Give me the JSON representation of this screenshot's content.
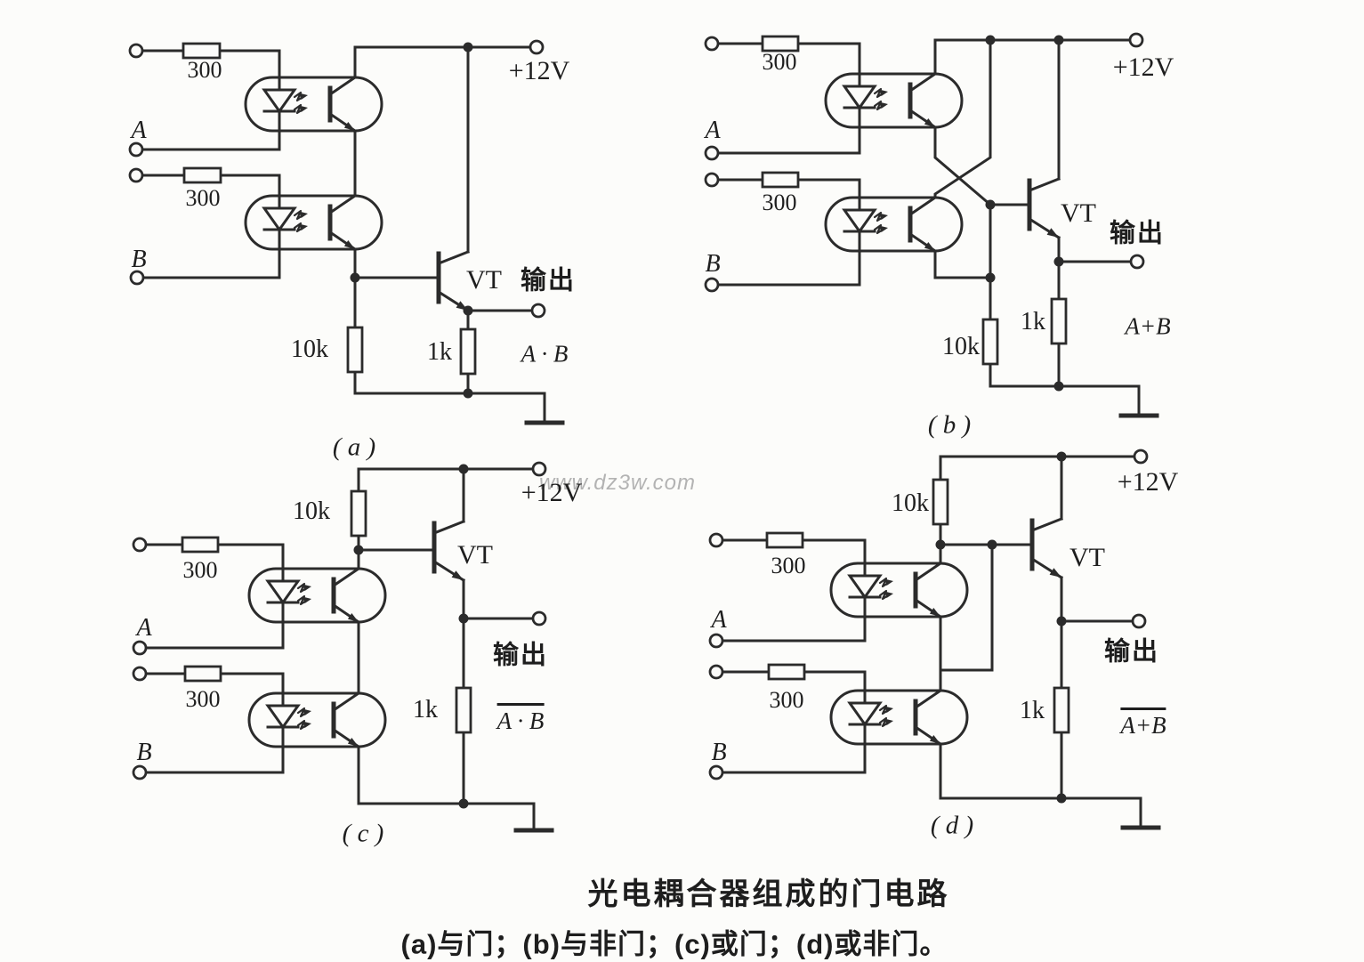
{
  "page": {
    "background": "#fcfcfa",
    "ink": "#2b2b2b"
  },
  "watermark": "www.dz3w.com",
  "caption": {
    "title": "光电耦合器组成的门电路",
    "subtitle": "(a)与门；(b)与非门；(c)或门；(d)或非门。"
  },
  "circuits": {
    "a": {
      "designator": "( a )",
      "input_a_label": "A",
      "input_b_label": "B",
      "input_resistor_a": "300",
      "input_resistor_b": "300",
      "supply_label": "+12V",
      "transistor_label": "VT",
      "output_label": "输出",
      "base_resistor": "10k",
      "output_resistor": "1k",
      "output_expression": "A · B",
      "expression_overline": false
    },
    "b": {
      "designator": "( b )",
      "input_a_label": "A",
      "input_b_label": "B",
      "input_resistor_a": "300",
      "input_resistor_b": "300",
      "supply_label": "+12V",
      "transistor_label": "VT",
      "output_label": "输出",
      "base_resistor": "10k",
      "output_resistor": "1k",
      "output_expression": "A+B",
      "expression_overline": false
    },
    "c": {
      "designator": "( c )",
      "input_a_label": "A",
      "input_b_label": "B",
      "input_resistor_a": "300",
      "input_resistor_b": "300",
      "supply_label": "+12V",
      "transistor_label": "VT",
      "output_label": "输出",
      "base_resistor": "10k",
      "output_resistor": "1k",
      "output_expression": "A · B",
      "expression_overline": true
    },
    "d": {
      "designator": "( d )",
      "input_a_label": "A",
      "input_b_label": "B",
      "input_resistor_a": "300",
      "input_resistor_b": "300",
      "supply_label": "+12V",
      "transistor_label": "VT",
      "output_label": "输出",
      "base_resistor": "10k",
      "output_resistor": "1k",
      "output_expression": "A+B",
      "expression_overline": true
    }
  }
}
